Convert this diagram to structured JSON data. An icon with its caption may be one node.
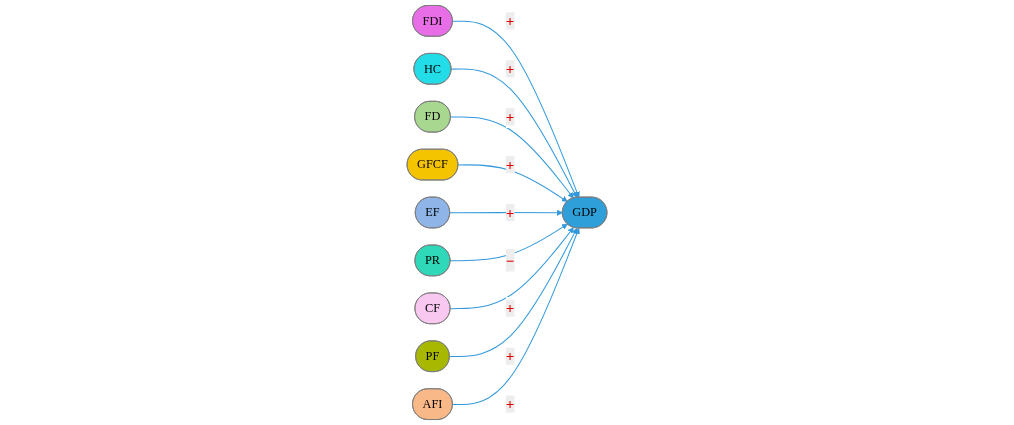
{
  "diagram": {
    "nodes": [
      {
        "text": [
          "FDI"
        ]
      },
      {
        "text": [
          "HC"
        ]
      },
      {
        "text": [
          "FD"
        ]
      },
      {
        "text": [
          "GFCF"
        ]
      },
      {
        "text": [
          "GDP"
        ]
      },
      {
        "text": [
          "EF"
        ]
      },
      {
        "text": [
          "PR"
        ]
      },
      {
        "text": [
          "CF"
        ]
      },
      {
        "text": [
          "PF"
        ]
      },
      {
        "text": [
          "AFI"
        ]
      }
    ],
    "edges": [
      {
        "from": 0,
        "to": 4,
        "arrow": "to",
        "label": "+"
      },
      {
        "from": 1,
        "to": 4,
        "arrow": "to",
        "label": "+"
      },
      {
        "from": 2,
        "to": 4,
        "arrow": "to",
        "label": "+"
      },
      {
        "from": 3,
        "to": 4,
        "arrow": "to",
        "label": "+"
      },
      {
        "from": 5,
        "to": 4,
        "arrow": "to",
        "label": "+"
      },
      {
        "from": 6,
        "to": 4,
        "arrow": "to",
        "label": "−"
      },
      {
        "from": 7,
        "to": 4,
        "arrow": "to",
        "label": "+"
      },
      {
        "from": 8,
        "to": 4,
        "arrow": "to",
        "label": "+"
      },
      {
        "from": 9,
        "to": 4,
        "arrow": "to",
        "label": "+"
      }
    ]
  }
}
